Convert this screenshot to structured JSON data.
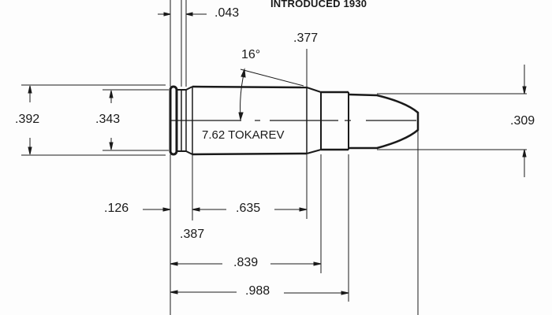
{
  "title": "INTRODUCED 1930",
  "cartridge_name": "7.62 TOKAREV",
  "shoulder_angle": "16°",
  "dimensions": {
    "rim_thickness": ".043",
    "shoulder_diameter": ".377",
    "rim_diameter": ".392",
    "base_diameter": ".343",
    "bullet_diameter": ".309",
    "rim_to_extractor": ".126",
    "body_length": ".635",
    "base_to_groove": ".387",
    "case_shoulder_length": ".839",
    "case_length": ".988"
  },
  "colors": {
    "line": "#1a1a1a",
    "background": "#fdfdfd"
  }
}
